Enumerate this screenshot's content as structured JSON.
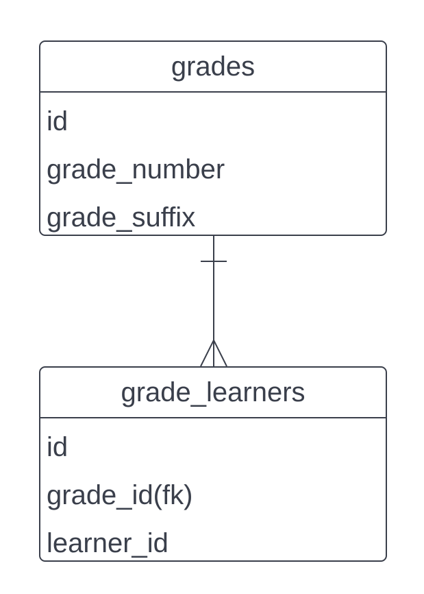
{
  "entities": [
    {
      "name": "grades",
      "fields": [
        "id",
        "grade_number",
        "grade_suffix"
      ]
    },
    {
      "name": "grade_learners",
      "fields": [
        "id",
        "grade_id(fk)",
        "learner_id"
      ]
    }
  ],
  "relationship": {
    "from": "grades",
    "to": "grade_learners",
    "from_cardinality": "one",
    "to_cardinality": "many"
  },
  "colors": {
    "stroke": "#3a3f4b",
    "background": "#ffffff"
  }
}
